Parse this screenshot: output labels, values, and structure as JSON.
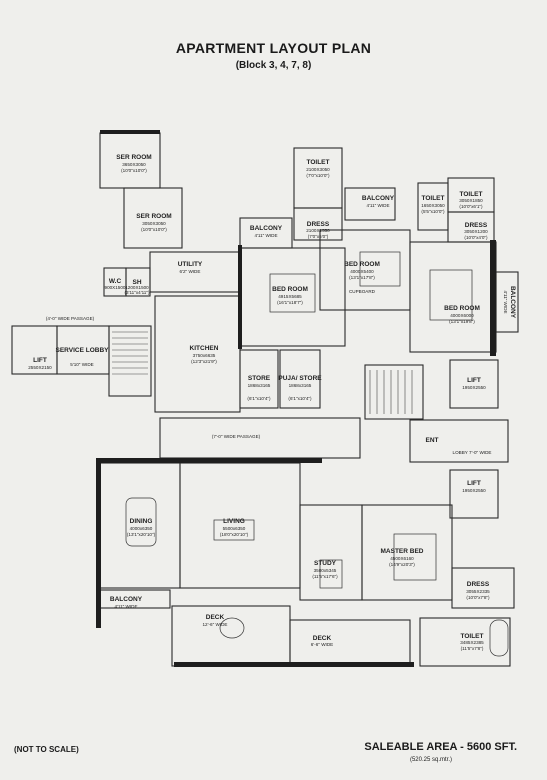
{
  "title": "APARTMENT LAYOUT PLAN",
  "subtitle": "(Block 3, 4, 7, 8)",
  "footer": {
    "scale_note": "(NOT TO SCALE)",
    "saleable_area": "SALEABLE AREA - 5600 SFT.",
    "saleable_area_sqm": "(520.25 sq.mtr.)"
  },
  "rooms": {
    "ser_room_1": {
      "name": "SER ROOM",
      "dims": "3650X3050",
      "imperial": "(10'0\"x10'0\")"
    },
    "ser_room_2": {
      "name": "SER ROOM",
      "dims": "3050X3050",
      "imperial": "(10'0\"x10'0\")"
    },
    "wc": {
      "name": "W.C",
      "dims": "900X1500"
    },
    "sh": {
      "name": "SH",
      "dims": "1200X1500",
      "imperial": "(3'11\"x4'11\")"
    },
    "utility": {
      "name": "UTILITY",
      "dims": "6'2\" WIDE"
    },
    "toilet_top": {
      "name": "TOILET",
      "dims": "2100X3050",
      "imperial": "(7'0\"x10'0\")"
    },
    "dress_top": {
      "name": "DRESS",
      "dims": "2100X1550",
      "imperial": "(7'0\"x5'0\")"
    },
    "balcony_top_left": {
      "name": "BALCONY",
      "dims": "4'11\" WIDE"
    },
    "balcony_top_mid": {
      "name": "BALCONY",
      "dims": "4'11\" WIDE"
    },
    "toilet_small": {
      "name": "TOILET",
      "dims": "1650X3050",
      "imperial": "(5'5\"x10'0\")"
    },
    "toilet_right": {
      "name": "TOILET",
      "dims": "3050X1850",
      "imperial": "(10'0\"x6'1\")"
    },
    "dress_right": {
      "name": "DRESS",
      "dims": "3050X1200",
      "imperial": "(10'0\"x4'0\")"
    },
    "bed_room_1": {
      "name": "BED ROOM",
      "dims": "4915X5685",
      "imperial": "(16'1\"x18'7\")"
    },
    "bed_room_2": {
      "name": "BED ROOM",
      "dims": "4000X5400",
      "imperial": "(13'1\"x17'8\")"
    },
    "cupboard": {
      "name": "CUPBOARD"
    },
    "bed_room_3": {
      "name": "BED ROOM",
      "dims": "4000X6000",
      "imperial": "(13'1\"x19'8\")"
    },
    "balcony_right": {
      "name": "BALCONY",
      "dims": "4'11\" WIDE"
    },
    "passage_top": {
      "name": "(4'-0\" WIDE PASSAGE)"
    },
    "lift_left": {
      "name": "LIFT",
      "dims": "2550X2150"
    },
    "service_lobby": {
      "name": "SERVICE LOBBY",
      "dims": "5'10\" WIDE"
    },
    "kitchen": {
      "name": "KITCHEN",
      "dims": "3750x6635",
      "imperial": "(12'3\"x21'9\")"
    },
    "store": {
      "name": "STORE",
      "dims": "1868x3165",
      "imperial": "(6'1\"x10'4\")"
    },
    "puja_store": {
      "name": "PUJA/ STORE",
      "dims": "1868x3165",
      "imperial": "(6'1\"x10'4\")"
    },
    "lift_right_1": {
      "name": "LIFT",
      "dims": "1950X2550"
    },
    "passage_mid": {
      "name": "(7'-0\" WIDE PASSAGE)"
    },
    "ent": {
      "name": "ENT"
    },
    "lobby": {
      "name": "LOBBY 7'-0\" WIDE"
    },
    "lift_right_2": {
      "name": "LIFT",
      "dims": "1950X2550"
    },
    "dining": {
      "name": "DINING",
      "dims": "4000x6350",
      "imperial": "(13'1\"x20'10\")"
    },
    "living": {
      "name": "LIVING",
      "dims": "5500x6350",
      "imperial": "(18'0\"x20'10\")"
    },
    "study": {
      "name": "STUDY",
      "dims": "3500x5345",
      "imperial": "(11'5\"x17'6\")"
    },
    "master_bed": {
      "name": "MASTER BED",
      "dims": "4500X6160",
      "imperial": "(14'9\"x20'3\")"
    },
    "dress_master": {
      "name": "DRESS",
      "dims": "3055X2335",
      "imperial": "(10'0\"x7'8\")"
    },
    "balcony_bottom": {
      "name": "BALCONY",
      "dims": "4'11\" WIDE"
    },
    "deck_1": {
      "name": "DECK",
      "dims": "12'-6\" WIDE"
    },
    "deck_2": {
      "name": "DECK",
      "dims": "6'-6\" WIDE"
    },
    "toilet_master": {
      "name": "TOILET",
      "dims": "3485X2385",
      "imperial": "(11'5\"x7'8\")"
    }
  }
}
